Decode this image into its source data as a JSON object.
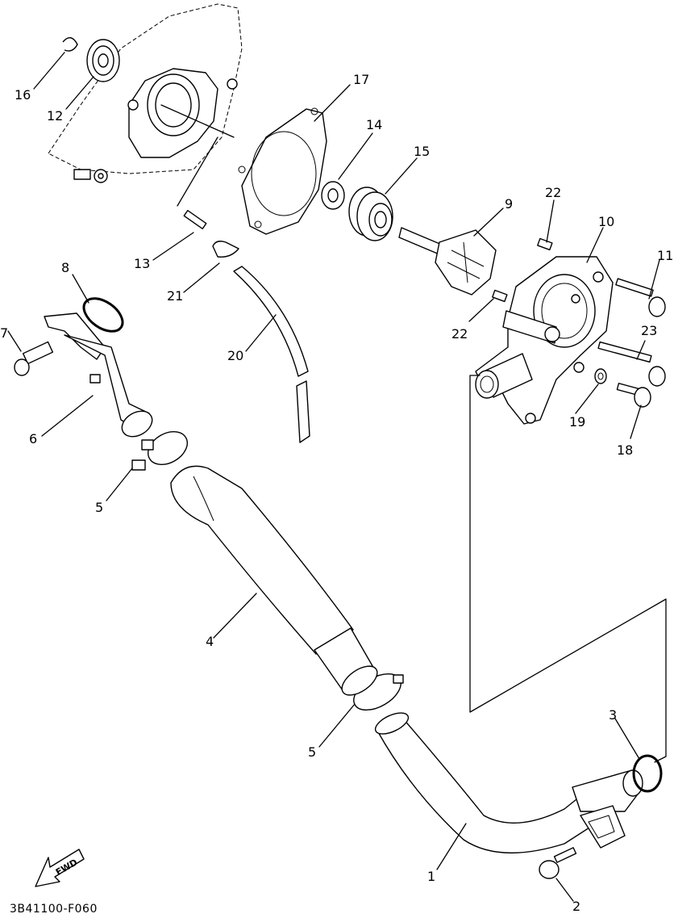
{
  "diagram_code": "3B41100-F060",
  "fwd_label": "FWD",
  "callouts": {
    "p1": "1",
    "p2": "2",
    "p3": "3",
    "p4": "4",
    "p5a": "5",
    "p5b": "5",
    "p6": "6",
    "p7": "7",
    "p8": "8",
    "p9": "9",
    "p10": "10",
    "p11": "11",
    "p12": "12",
    "p13": "13",
    "p14": "14",
    "p15": "15",
    "p16": "16",
    "p17": "17",
    "p18": "18",
    "p19": "19",
    "p20": "20",
    "p21": "21",
    "p22a": "22",
    "p22b": "22",
    "p23": "23"
  }
}
